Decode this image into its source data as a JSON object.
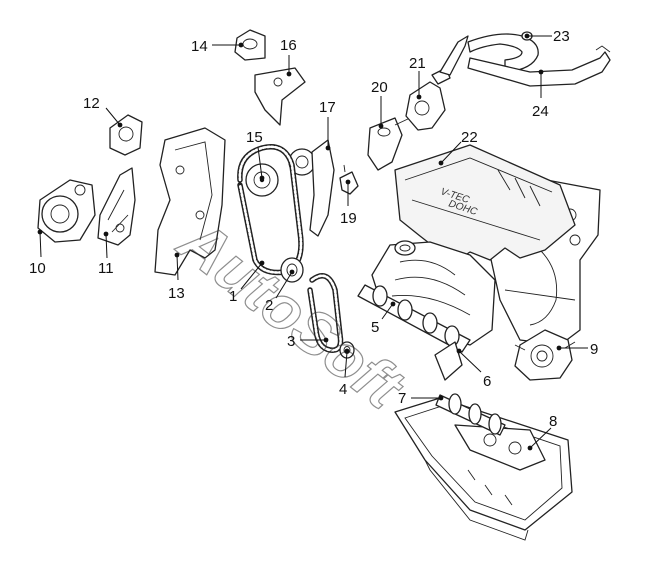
{
  "watermark": "AutoSoft",
  "cover_badge": {
    "line1": "V-TEC",
    "line2": "DOHC"
  },
  "callouts": [
    {
      "id": "c1",
      "label": "1"
    },
    {
      "id": "c2",
      "label": "2"
    },
    {
      "id": "c3",
      "label": "3"
    },
    {
      "id": "c4",
      "label": "4"
    },
    {
      "id": "c5",
      "label": "5"
    },
    {
      "id": "c6",
      "label": "6"
    },
    {
      "id": "c7",
      "label": "7"
    },
    {
      "id": "c8",
      "label": "8"
    },
    {
      "id": "c9",
      "label": "9"
    },
    {
      "id": "c10",
      "label": "10"
    },
    {
      "id": "c11",
      "label": "11"
    },
    {
      "id": "c12",
      "label": "12"
    },
    {
      "id": "c13",
      "label": "13"
    },
    {
      "id": "c14",
      "label": "14"
    },
    {
      "id": "c15",
      "label": "15"
    },
    {
      "id": "c16",
      "label": "16"
    },
    {
      "id": "c17",
      "label": "17"
    },
    {
      "id": "c19",
      "label": "19"
    },
    {
      "id": "c20",
      "label": "20"
    },
    {
      "id": "c21",
      "label": "21"
    },
    {
      "id": "c22",
      "label": "22"
    },
    {
      "id": "c23",
      "label": "23"
    },
    {
      "id": "c24",
      "label": "24"
    }
  ]
}
